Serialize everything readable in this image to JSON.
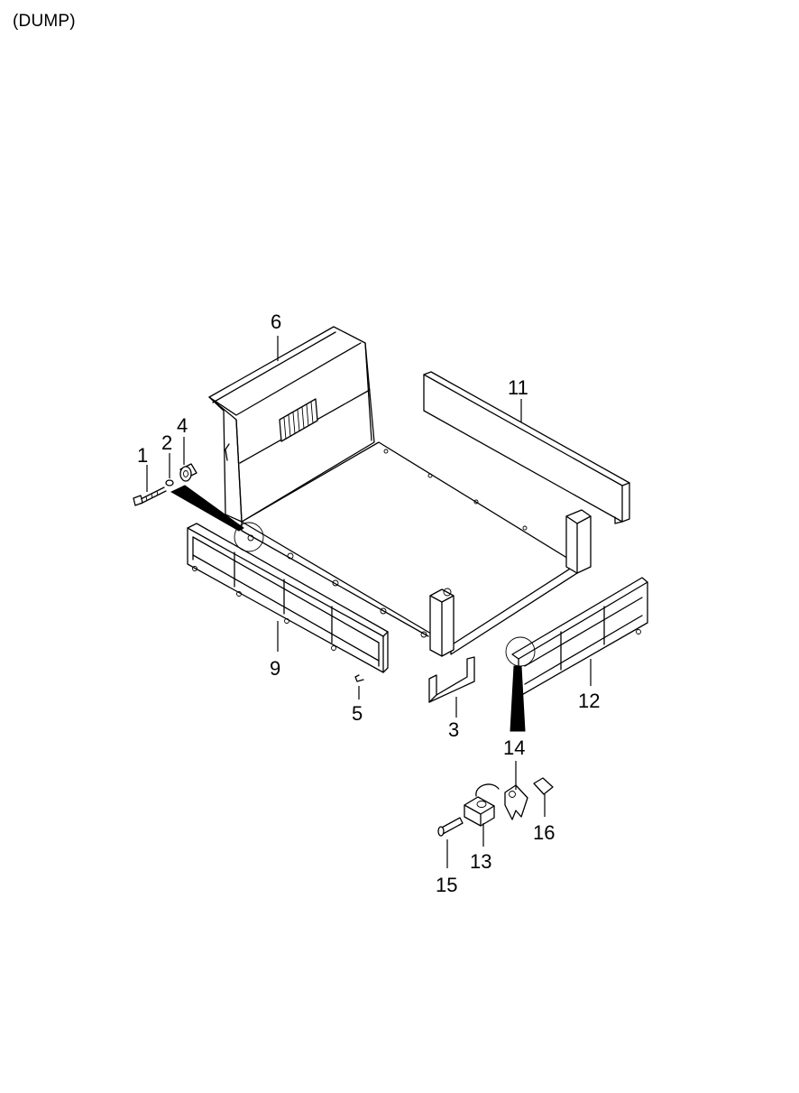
{
  "title": "(DUMP)",
  "parts": [
    {
      "id": "1",
      "label": "1"
    },
    {
      "id": "2",
      "label": "2"
    },
    {
      "id": "3",
      "label": "3"
    },
    {
      "id": "4",
      "label": "4"
    },
    {
      "id": "5",
      "label": "5"
    },
    {
      "id": "6",
      "label": "6"
    },
    {
      "id": "9",
      "label": "9"
    },
    {
      "id": "11",
      "label": "11"
    },
    {
      "id": "12",
      "label": "12"
    },
    {
      "id": "13",
      "label": "13"
    },
    {
      "id": "14",
      "label": "14"
    },
    {
      "id": "15",
      "label": "15"
    },
    {
      "id": "16",
      "label": "16"
    }
  ]
}
